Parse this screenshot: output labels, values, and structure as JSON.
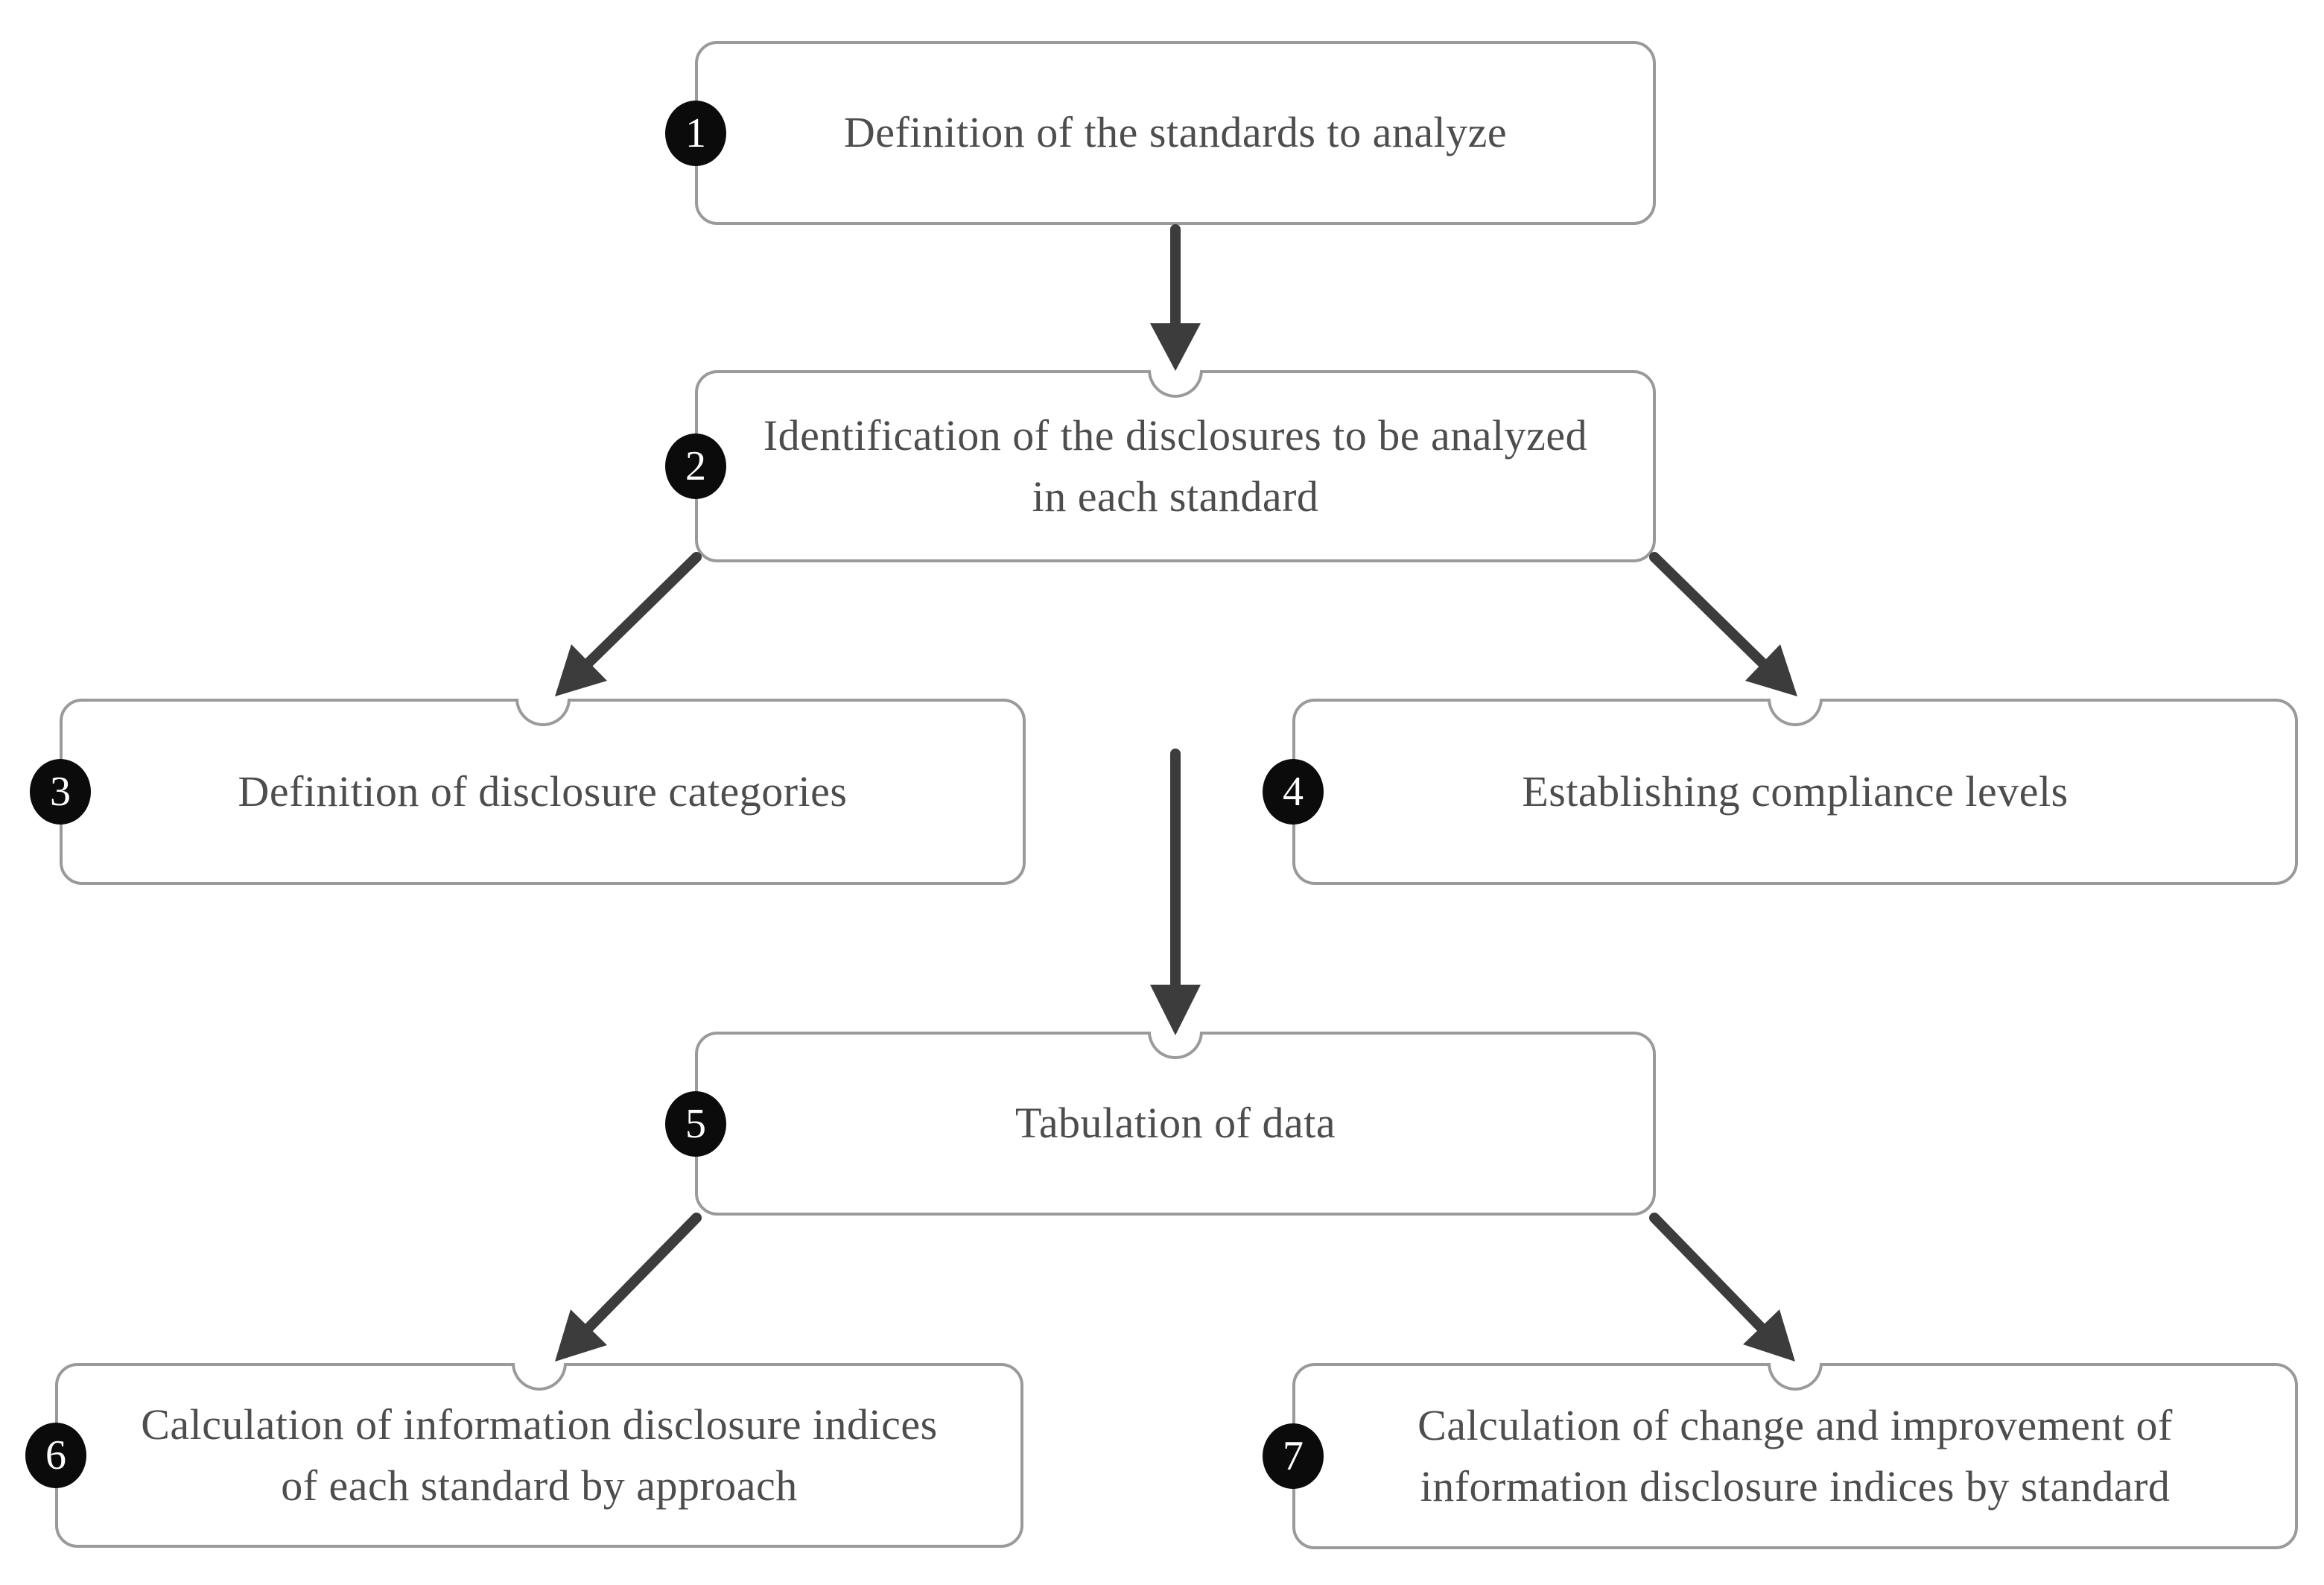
{
  "diagram": {
    "type": "flowchart",
    "background_color": "#ffffff",
    "colors": {
      "box_border": "#9a9a9a",
      "box_fill": "#ffffff",
      "arrow": "#3c3c3c",
      "badge_background": "#0b0b0b",
      "badge_text": "#ffffff",
      "label_text": "#4d4d4d"
    },
    "steps": [
      {
        "number": "1",
        "label": "Definition of the standards to analyze"
      },
      {
        "number": "2",
        "label": "Identification of the disclosures to be analyzed in each standard"
      },
      {
        "number": "3",
        "label": "Definition of disclosure categories"
      },
      {
        "number": "4",
        "label": "Establishing compliance levels"
      },
      {
        "number": "5",
        "label": "Tabulation of data"
      },
      {
        "number": "6",
        "label": "Calculation of information disclosure indices of each standard by approach"
      },
      {
        "number": "7",
        "label": "Calculation of change and improvement of information disclosure indices by standard"
      }
    ],
    "connections": [
      {
        "from": "1",
        "to": "2"
      },
      {
        "from": "2",
        "to": "3"
      },
      {
        "from": "2",
        "to": "4"
      },
      {
        "from": "2",
        "to": "5"
      },
      {
        "from": "5",
        "to": "6"
      },
      {
        "from": "5",
        "to": "7"
      }
    ]
  }
}
